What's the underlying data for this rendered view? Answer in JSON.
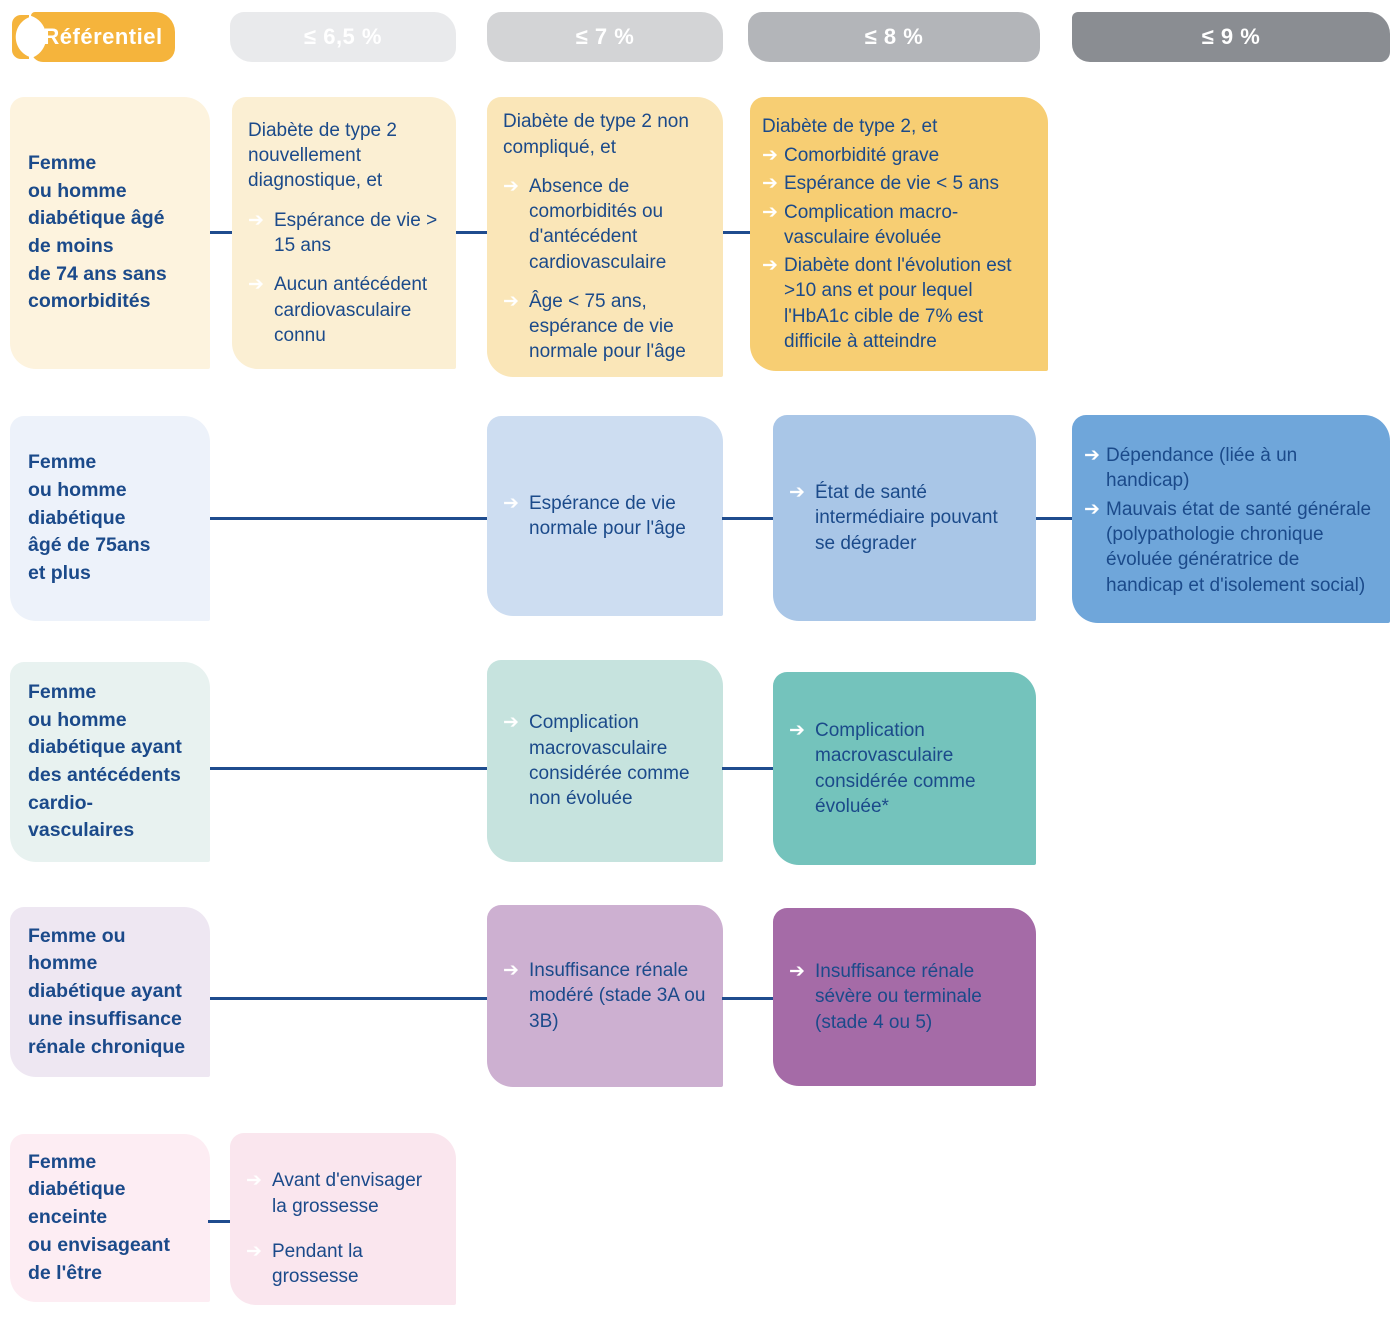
{
  "icons": {
    "arrow": "➔"
  },
  "palette": {
    "text_navy": "#1B4A8A",
    "connector_line": "#1F4C8E",
    "referentiel_badge": "#F5B43C",
    "header_6_5": "#E9EAEC",
    "header_7": "#D3D4D6",
    "header_8": "#B3B5B9",
    "header_9": "#8A8D92",
    "row1_yellows": [
      "#FDF3DE",
      "#FBEFD3",
      "#FAE6B8",
      "#F7CE73"
    ],
    "row2_blues": [
      "#EDF2FA",
      "#CDDDF1",
      "#A9C6E7",
      "#6FA6DA"
    ],
    "row3_teals": [
      "#E8F2F0",
      "#C6E3DE",
      "#74C3BC"
    ],
    "row4_purples": [
      "#EEE7F2",
      "#CDB0D1",
      "#A56BA7"
    ],
    "row5_pinks": [
      "#FDEDF3",
      "#FAE6EE"
    ]
  },
  "header": {
    "referentiel": "Référentiel",
    "columns": [
      {
        "label": "≤ 6,5 %"
      },
      {
        "label": "≤ 7 %"
      },
      {
        "label": "≤ 8 %"
      },
      {
        "label": "≤ 9 %"
      }
    ]
  },
  "rows": [
    {
      "profile": "Femme\nou homme\ndiabétique âgé\nde moins\nde 74 ans sans\ncomorbidités",
      "c65": {
        "intro": "Diabète de type 2 nouvellement diagnostique, et",
        "bullets": [
          "Espérance de vie > 15 ans",
          "Aucun antécédent cardiovasculaire connu"
        ]
      },
      "c7": {
        "intro": "Diabète de type 2 non compliqué, et",
        "bullets": [
          "Absence de comorbidités ou d'antécédent cardiovasculaire",
          "Âge < 75 ans, espérance de vie normale pour l'âge"
        ]
      },
      "c8": {
        "intro": "Diabète de type 2, et",
        "bullets": [
          "Comorbidité grave",
          "Espérance de vie < 5 ans",
          "Complication macro-\nvasculaire évoluée",
          "Diabète dont l'évolution est >10 ans et pour lequel l'HbA1c cible de 7% est difficile à atteindre"
        ]
      }
    },
    {
      "profile": "Femme\nou homme\ndiabétique\nâgé de 75ans\net plus",
      "c7": {
        "bullets": [
          "Espérance de vie normale pour l'âge"
        ]
      },
      "c8": {
        "bullets": [
          "État de santé intermédiaire pouvant se dégrader"
        ]
      },
      "c9": {
        "bullets": [
          "Dépendance (liée à un handicap)",
          "Mauvais état de santé générale (polypathologie chronique évoluée génératrice de handicap et d'isolement social)"
        ]
      }
    },
    {
      "profile": "Femme\nou homme\ndiabétique ayant\ndes antécédents\ncardio-\nvasculaires",
      "c7": {
        "bullets": [
          "Complication macrovasculaire considérée comme non évoluée"
        ]
      },
      "c8": {
        "bullets": [
          "Complication macrovasculaire considérée comme évoluée*"
        ]
      }
    },
    {
      "profile": "Femme ou\nhomme\ndiabétique ayant\nune insuffisance\nrénale chronique",
      "c7": {
        "bullets": [
          "Insuffisance rénale modéré (stade 3A ou 3B)"
        ]
      },
      "c8": {
        "bullets": [
          "Insuffisance rénale sévère ou terminale (stade 4 ou 5)"
        ]
      }
    },
    {
      "profile": "Femme\ndiabétique\nenceinte\nou envisageant\nde l'être",
      "c65": {
        "bullets": [
          "Avant d'envisager la grossesse",
          "Pendant la grossesse"
        ]
      }
    }
  ]
}
